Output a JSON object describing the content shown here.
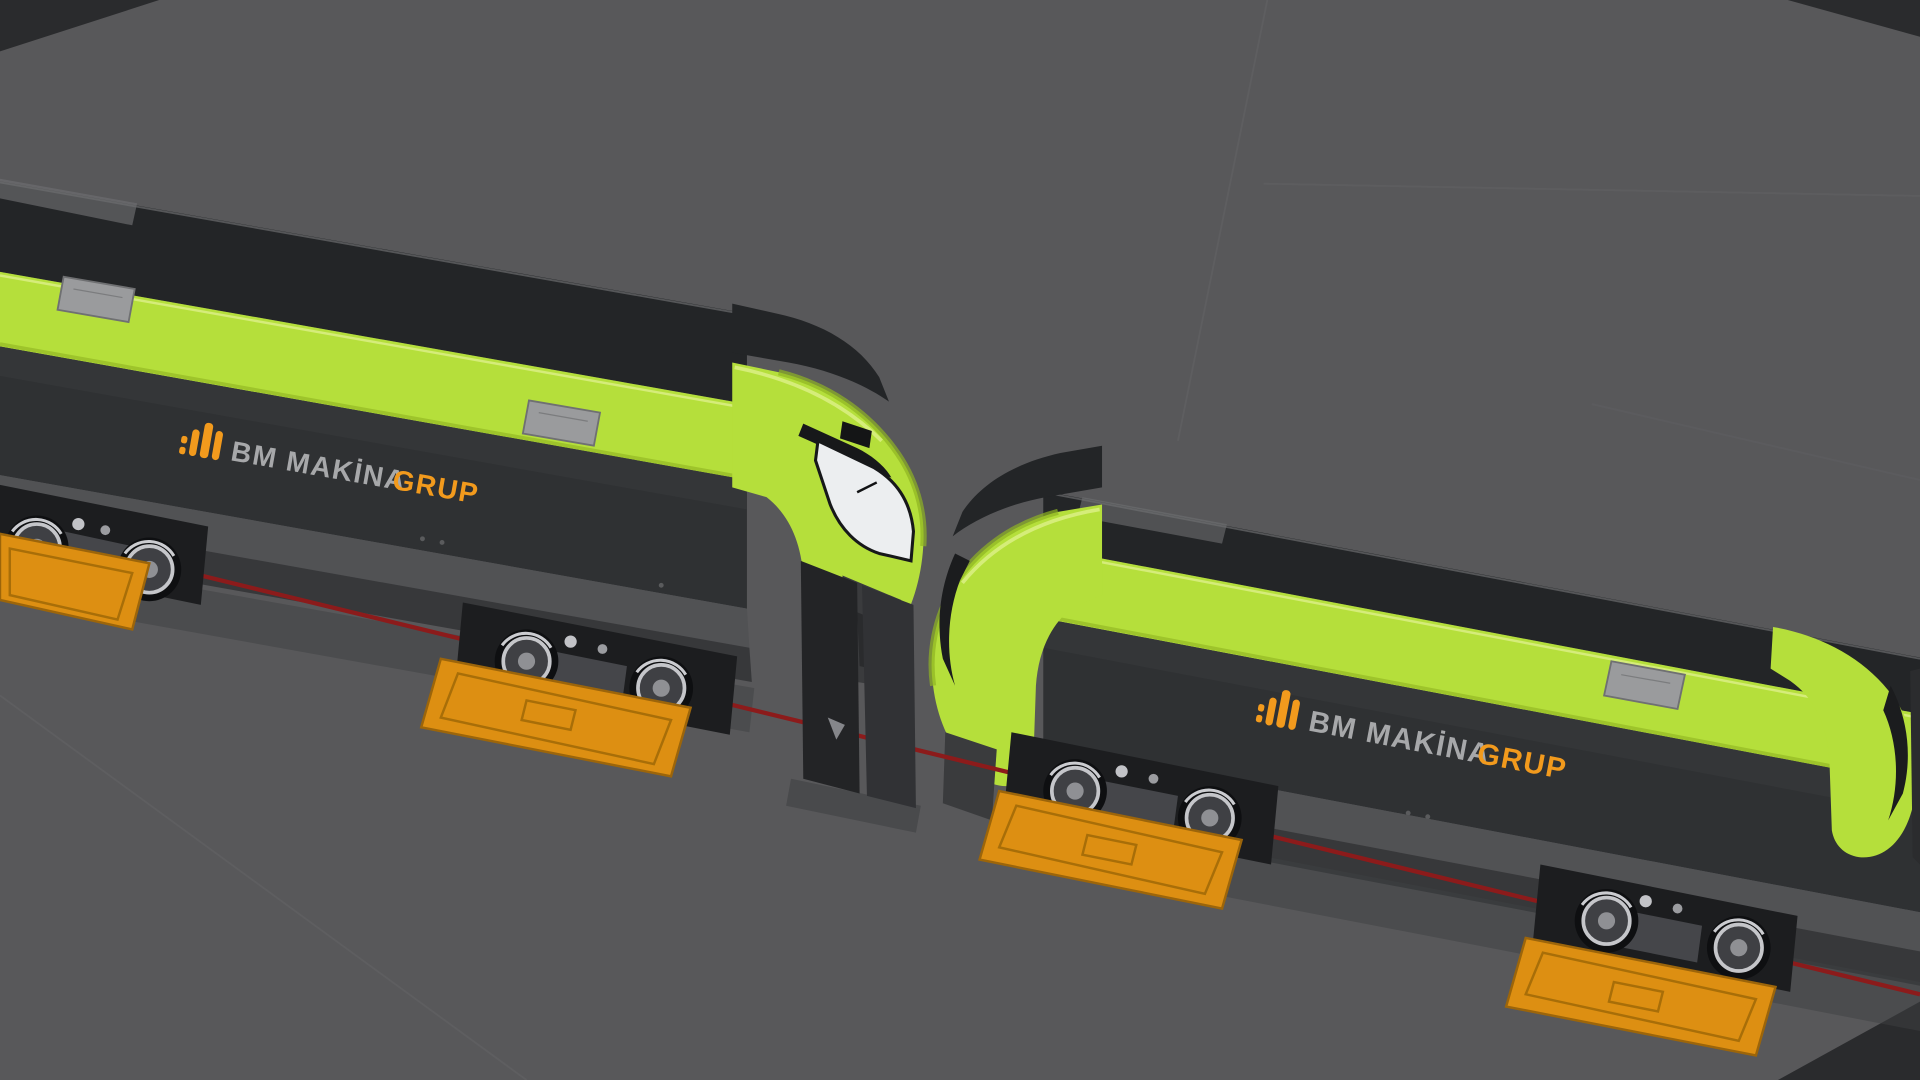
{
  "viewport": {
    "background_color": "#58585A",
    "grid_line_color": "#67676A"
  },
  "branding": {
    "logo_icon": "bm-bars-icon",
    "primary": "BM MAKİNA",
    "accent": "GRUP"
  },
  "colors": {
    "accent_green": "#B5DF3B",
    "accent_green_highlight": "#DDF08A",
    "accent_green_shadow": "#8FB322",
    "roof_dark": "#232527",
    "body_dark": "#2F3133",
    "skirt_gray": "#515254",
    "recess_gray": "#37383A",
    "platform_orange": "#DD8F12",
    "platform_orange_edge": "#9C650A",
    "brand_text_gray": "#A7A8AA",
    "brand_orange": "#F29A1D",
    "rail_line_red": "#8C1B1B",
    "hatch_gray": "#9A9B9D",
    "windshield_white": "#ECEEF0"
  },
  "cars": [
    {
      "id": "car-a",
      "logo_primary": "BM MAKİNA",
      "logo_accent": "GRUP"
    },
    {
      "id": "car-b",
      "logo_primary": "BM MAKİNA",
      "logo_accent": "GRUP"
    }
  ]
}
